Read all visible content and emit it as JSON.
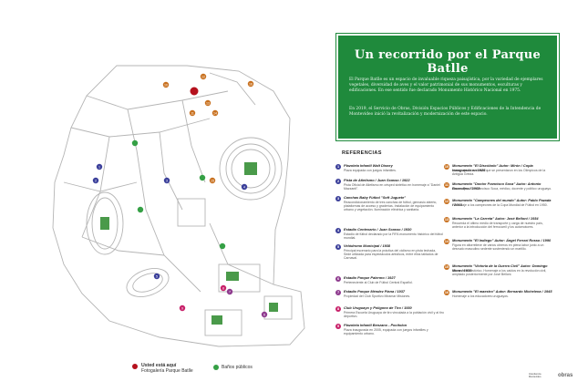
{
  "panel": {
    "title": "Un recorrido por el Parque Batlle",
    "para1": "El Parque Batlle es un espacio de invaluable riqueza paisajística, por la variedad de ejemplares vegetales, diversidad de aves y el valor patrimonial de sus monumentos, esculturas y edificaciones. En ese sentido fue declarado Monumento Histórico Nacional en 1975.",
    "para2": "En 2019, el Servicio de Obras, División Espacios Públicos y Edificaciones de la Intendencia de Montevideo inició la revitalización y modernización de este espacio."
  },
  "references": {
    "title": "REFERENCIAS",
    "left": [
      {
        "n": "1",
        "color": "#3b3f9a",
        "title": "Plazoleta Infantil Walt Disney",
        "desc": "Plaza equipada con juegos infantiles."
      },
      {
        "n": "2",
        "color": "#3b3f9a",
        "title": "Pista de Atletismo / Juan Scasso / 1922",
        "desc": "Pista Oficial de Atletismo en césped sintético en homenaje a \"Daniel Mazzanti\"."
      },
      {
        "n": "3",
        "color": "#3b3f9a",
        "title": "Canchas Baby Fútbol \"Soft Juguete\"",
        "desc": "Reacondicionamiento de tres canchas de fútbol, gimnasio abierto, plataformas de acceso y graderías. Instalación de equipamiento urbano y vegetación. Iluminación eléctrica y sanitaria."
      },
      {
        "n": "4",
        "color": "#3b3f9a",
        "title": "Estadio Centenario / Juan Scasso / 1930",
        "desc": "Estadio de fútbol declarado por la FIFA monumento histórico del fútbol mundial."
      },
      {
        "n": "5",
        "color": "#3b3f9a",
        "title": "Velódromo Municipal / 1938",
        "desc": "Principal escenario para la práctica del ciclismo en pista techada, Sede utilizada para espectáculos artísticos, entre ellos tablados de Carnaval."
      },
      {
        "n": "6",
        "color": "#8e3a8e",
        "title": "Estadio Parque Palermo / 1927",
        "desc": "Perteneciente al Club de Fútbol Central Español."
      },
      {
        "n": "7",
        "color": "#8e3a8e",
        "title": "Estadio Parque Méndez Piana / 1937",
        "desc": "Propiedad del Club Sportivo Miramar Misiones."
      },
      {
        "n": "8",
        "color": "#c8226a",
        "title": "Club Uruguayo y Polígono de Tiro / 1930",
        "desc": "Primera Escuela Uruguaya de tiro vinculada a la población civil y al tiro deportivo."
      },
      {
        "n": "9",
        "color": "#c8226a",
        "title": "Plazoleta Infantil Benzano - Pocitolon",
        "desc": "Plaza inaugurada en 2005, equipada con juegos infantiles y equipamiento urbano."
      }
    ],
    "right": [
      {
        "n": "10",
        "color": "#c8701e",
        "title": "Monumento \"El Discóbolo\" Autor: Mirón / Copia inaugurada en 1925",
        "desc": "Homenaje a los atletas que se presentaron en los Olímpicos de la Antigua Grecia."
      },
      {
        "n": "11",
        "color": "#c8701e",
        "title": "Monumento \"Doctor Francisco Soca\" Autor: Antonio Bozzolino / 1968",
        "desc": "Homenaje al Dr. Francisco Soca, médico, docente y político uruguayo."
      },
      {
        "n": "12",
        "color": "#c8701e",
        "title": "Monumento \"Campeones del mundo\" Autor: Pablo Pazada / 2013",
        "desc": "Homenaje a los campeones de la Copa Mundial de Fútbol en 1950."
      },
      {
        "n": "13",
        "color": "#c8701e",
        "title": "Monumento \"La Carreta\" Autor: José Belloni / 1934",
        "desc": "Recuerda el último medio de transporte y carga de nuestro país, anterior a la introducción del ferrocarril y los automotores."
      },
      {
        "n": "14",
        "color": "#c8701e",
        "title": "Monumento \"El Indiego\" Autor: Ángel Ferrari Rosso / 1990",
        "desc": "Figura en altorrelieve de varios obreros en plena labor junto a un desnudo masculino sedente sosteniendo un martillo."
      },
      {
        "n": "15",
        "color": "#c8701e",
        "title": "Monumento \"Victoria de la Guerra Civil\" Autor: Domingo Mora / 1930",
        "desc": "Monumento histórico. Homenaje a los caídos en la revolución civil, ampliado posteriormente por José Belloni."
      },
      {
        "n": "16",
        "color": "#c8701e",
        "title": "Monumento \"El maestro\" Autor: Bernardo Michelena / 1945",
        "desc": "Homenaje a los educadores uruguayos."
      }
    ]
  },
  "map": {
    "here_title": "Usted está aquí",
    "here_subtitle": "Fotogalería Parque Batlle",
    "restrooms": "Baños públicos",
    "markers": [
      {
        "n": "1",
        "color": "#3b3f9a"
      },
      {
        "n": "2",
        "color": "#3b3f9a"
      },
      {
        "n": "3",
        "color": "#3b3f9a"
      },
      {
        "n": "4",
        "color": "#3b3f9a"
      },
      {
        "n": "5",
        "color": "#3b3f9a"
      },
      {
        "n": "6",
        "color": "#8e3a8e"
      },
      {
        "n": "7",
        "color": "#8e3a8e"
      },
      {
        "n": "8",
        "color": "#c8226a"
      },
      {
        "n": "9",
        "color": "#c8226a"
      },
      {
        "n": "10",
        "color": "#c8701e"
      },
      {
        "n": "11",
        "color": "#c8701e"
      },
      {
        "n": "12",
        "color": "#c8701e"
      },
      {
        "n": "13",
        "color": "#c8701e"
      },
      {
        "n": "14",
        "color": "#c8701e"
      },
      {
        "n": "15",
        "color": "#c8701e"
      },
      {
        "n": "16",
        "color": "#c8701e"
      }
    ]
  },
  "footer": {
    "logo_left": "Intendencia Montevideo",
    "logo_right": "obras"
  }
}
